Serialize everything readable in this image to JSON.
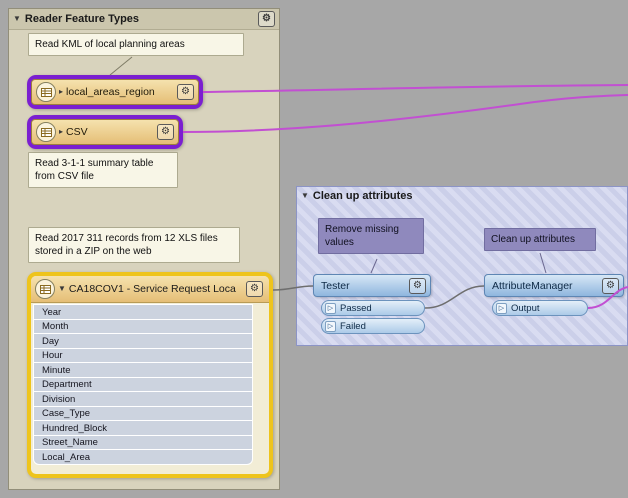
{
  "bookmarks": {
    "readers": {
      "title": "Reader Feature Types"
    },
    "cleanup": {
      "title": "Clean up attributes"
    }
  },
  "annotations": {
    "kml": "Read KML of local planning areas",
    "csv_note": "Read 3-1-1 summary table from CSV file",
    "xls_note": "Read 2017 311 records from 12 XLS files stored in a ZIP on the web",
    "remove_missing": "Remove missing values",
    "cleanup_note": "Clean up attributes"
  },
  "nodes": {
    "local_areas_region": {
      "label": "local_areas_region"
    },
    "csv": {
      "label": "CSV"
    },
    "ca18cov1": {
      "label": "CA18COV1 - Service Request Loca",
      "attributes": [
        "Year",
        "Month",
        "Day",
        "Hour",
        "Minute",
        "Department",
        "Division",
        "Case_Type",
        "Hundred_Block",
        "Street_Name",
        "Local_Area"
      ]
    },
    "tester": {
      "label": "Tester",
      "ports": [
        "Passed",
        "Failed"
      ]
    },
    "attribute_manager": {
      "label": "AttributeManager",
      "ports": [
        "Output"
      ]
    }
  },
  "icons": {
    "gear": "⚙",
    "collapse_down": "▼",
    "expand_right": "▸",
    "port_arrow": "▷"
  },
  "colors": {
    "wire_magenta": "#C24FD2",
    "wire_gray": "#6E6E6E",
    "highlight_purple": "#7B1FD0",
    "highlight_yellow": "#EEC41C"
  }
}
